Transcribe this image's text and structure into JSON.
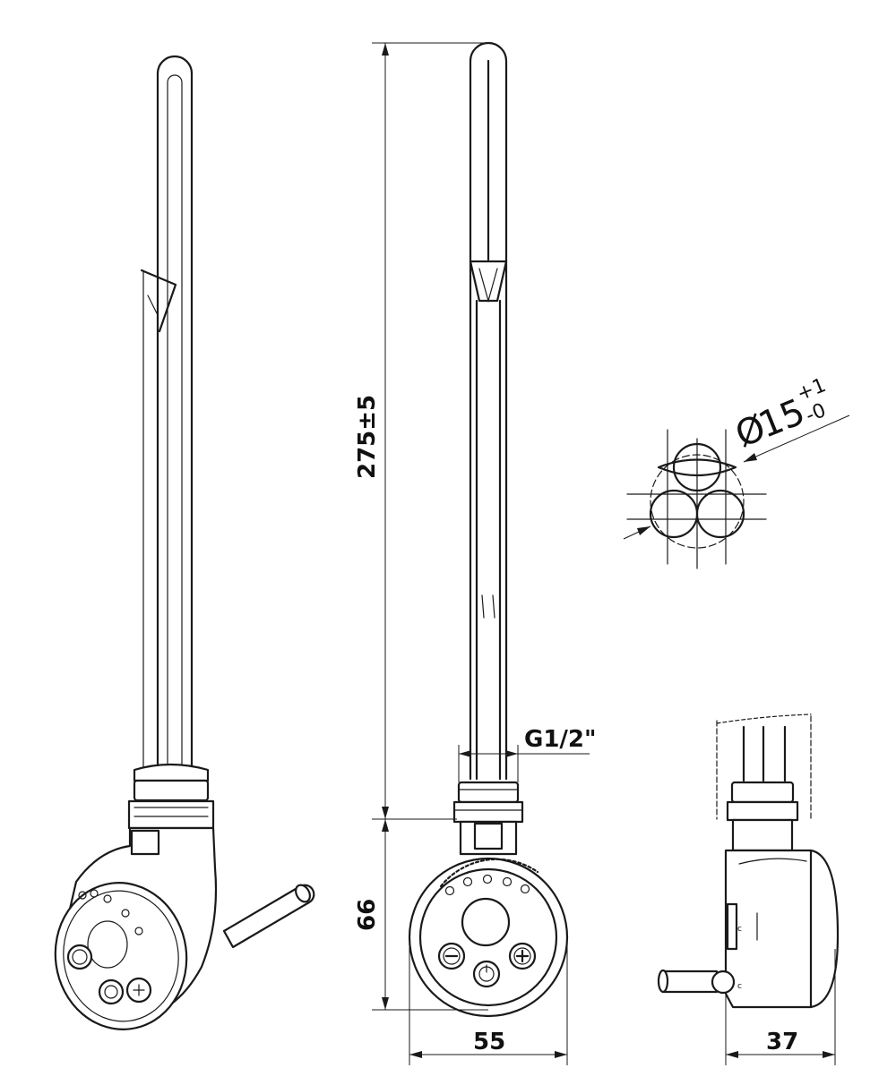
{
  "dimensions": {
    "length": "275±5",
    "body_height": "66",
    "width_front": "55",
    "width_side": "37",
    "thread": "G1/2\"",
    "diameter_symbol": "Ø",
    "diameter_value": "15",
    "tolerance_upper": "+1",
    "tolerance_lower": "-0"
  },
  "side_labels": {
    "label_a": "c",
    "label_b": "c"
  },
  "colors": {
    "line": "#1a1a1a",
    "background": "#ffffff"
  }
}
